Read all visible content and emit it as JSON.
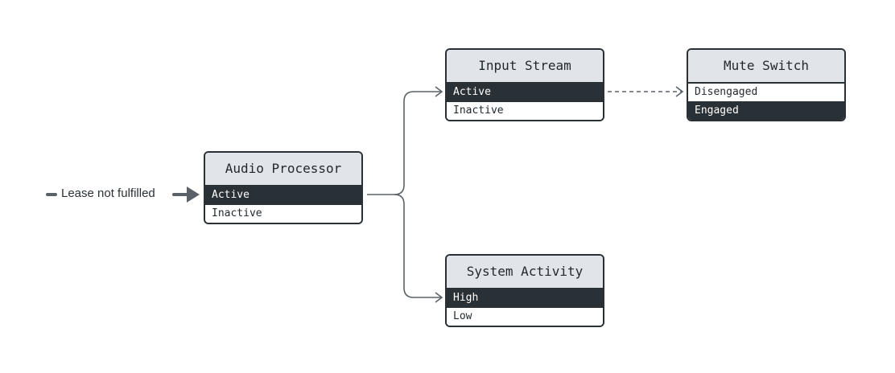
{
  "entry": {
    "label": "Lease not fulfilled"
  },
  "nodes": {
    "audio_processor": {
      "title": "Audio Processor",
      "states": [
        "Active",
        "Inactive"
      ],
      "active_index": 0
    },
    "input_stream": {
      "title": "Input Stream",
      "states": [
        "Active",
        "Inactive"
      ],
      "active_index": 0
    },
    "mute_switch": {
      "title": "Mute Switch",
      "states": [
        "Disengaged",
        "Engaged"
      ],
      "active_index": 1
    },
    "system_activity": {
      "title": "System Activity",
      "states": [
        "High",
        "Low"
      ],
      "active_index": 0
    }
  },
  "colors": {
    "ink": "#2a3136",
    "title_bg": "#e1e4e8",
    "edge": "#5a6268"
  }
}
